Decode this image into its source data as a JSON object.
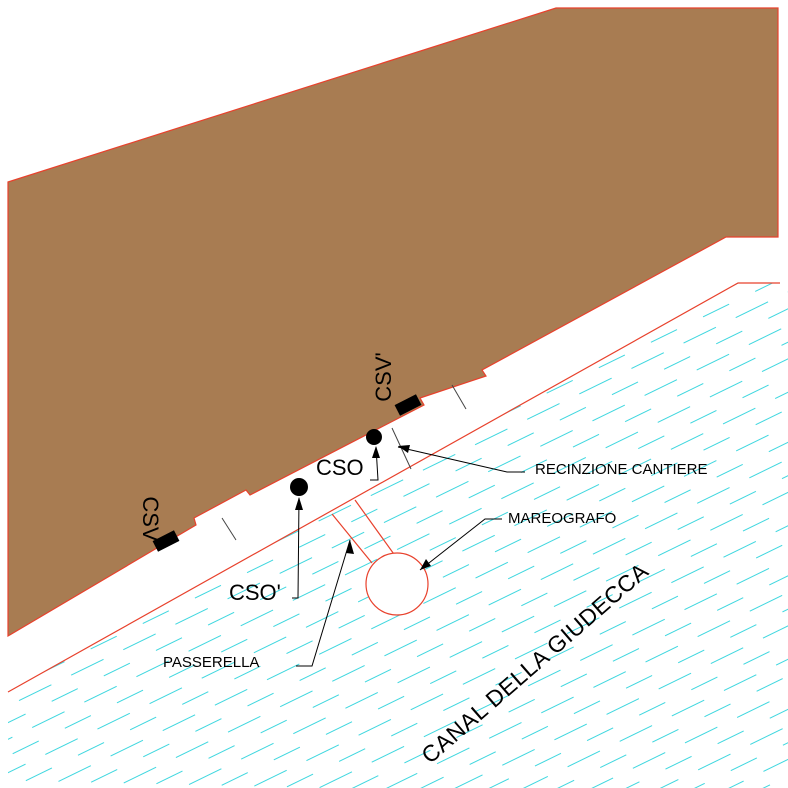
{
  "labels": {
    "csv_left": "CSV",
    "csv_right": "CSV'",
    "cso": "CSO",
    "cso_prime": "CSO'",
    "recinzione": "RECINZIONE CANTIERE",
    "mareografo": "MAREOGRAFO",
    "passerella": "PASSERELLA",
    "canal": "CANAL DELLA GIUDECCA"
  },
  "colors": {
    "land": "#a87c52",
    "outline": "#e8412c",
    "water_hatch": "#3fd7df",
    "marker": "#000000",
    "background": "#ffffff"
  }
}
